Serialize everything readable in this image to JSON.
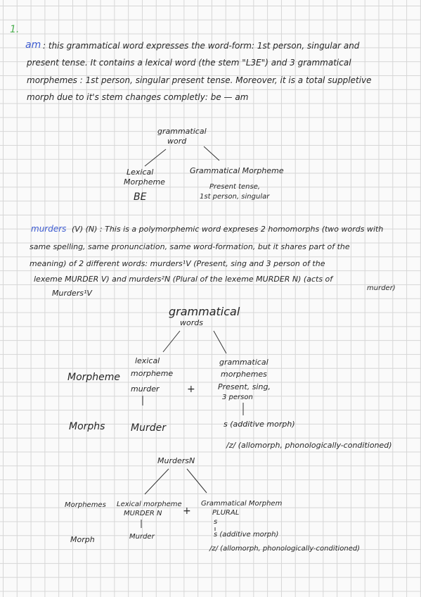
{
  "section_number": "1.",
  "para1": {
    "keyword": "am",
    "line1": ": this grammatical word expresses the word-form: 1st person, singular and",
    "line2": "present tense. It contains a lexical word (the stem \"L3E\") and 3 grammatical",
    "line3": "morphemes : 1st person, singular present tense. Moreover, it is a total suppletive",
    "line4": "morph due to it's stem changes completly: be — am"
  },
  "tree1": {
    "root_line1": "grammatical",
    "root_line2": "word",
    "left_line1": "Lexical",
    "left_line2": "Morpheme",
    "left_value": "BE",
    "right_line1": "Grammatical Morpheme",
    "right_line2": "Present tense,",
    "right_line3": "1st person, singular"
  },
  "para2": {
    "keyword": "murders",
    "line1": "(V) (N) : This is a polymorphemic word expreses 2 homomorphs (two words with",
    "line2": "same spelling, same pronunciation, same word-formation, but it shares part of the",
    "line3": "meaning) of 2 different words: murders¹V (Present, sing and 3 person of the",
    "line4": "lexeme MURDER V) and murders²N (Plural of the lexeme MURDER N) (acts of",
    "line4b": "murder)",
    "line5": "Murders¹V"
  },
  "tree2": {
    "root_line1": "grammatical",
    "root_line2": "words",
    "left_line1": "lexical",
    "left_line2": "morpheme",
    "left_value": "murder",
    "plus": "+",
    "right_line1": "grammatical",
    "right_line2": "morphemes",
    "right_line3": "Present, sing,",
    "right_line4": "3 person",
    "row1_label": "Morpheme",
    "row2_label": "Morphs",
    "morph_left": "Murder",
    "morph_right1": "s (additive morph)",
    "morph_right2": "/z/ (allomorph, phonologically-conditioned)"
  },
  "tree3": {
    "root": "MurdersN",
    "left_line1": "Lexical morpheme",
    "left_line2": "MURDER N",
    "plus": "+",
    "right_line1": "Grammatical Morphem",
    "right_line2": "PLURAL",
    "right_line3": "s",
    "row1_label": "Morphemes",
    "row2_label": "Morph",
    "morph_left": "Murder",
    "morph_right1": "s (additive morph)",
    "morph_right2": "/z/ (allomorph, phonologically-conditioned)"
  },
  "colors": {
    "ink": "#262626",
    "keyword": "#3d5bd0",
    "number": "#4caf50",
    "grid": "#d6d6d6"
  }
}
